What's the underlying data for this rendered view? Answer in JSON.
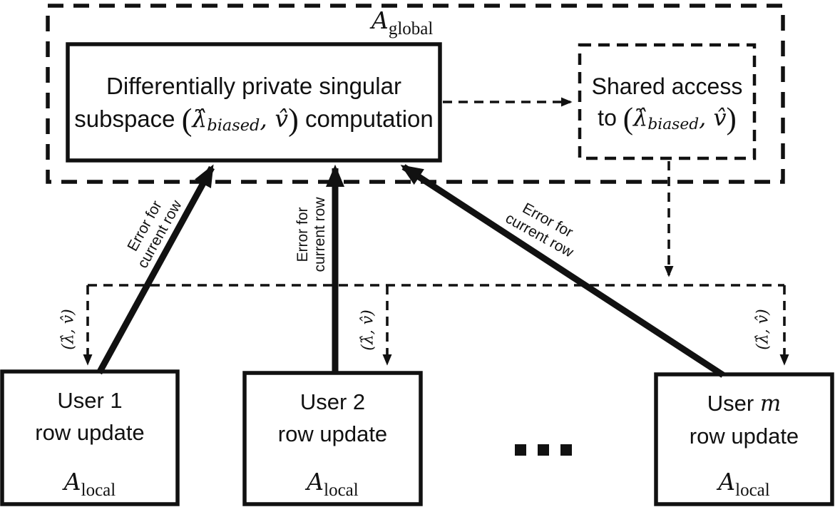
{
  "palette": {
    "ink": "#111111",
    "paper": "#ffffff"
  },
  "global_group": {
    "label_symbol": "A",
    "label_subscript": "global"
  },
  "computation_box": {
    "line1": "Differentially private singular",
    "line2_pre": "subspace ",
    "paren_open": "(",
    "lambda_hat": "λ̂",
    "lambda_subscript": "biased",
    "separator": ", ",
    "v_hat": "v̂",
    "paren_close": ")",
    "line2_post": " computation"
  },
  "shared_box": {
    "line1": "Shared access",
    "line2_pre": "to ",
    "paren_open": "(",
    "lambda_hat": "λ̂",
    "lambda_subscript": "biased",
    "separator": ", ",
    "v_hat": "v̂",
    "paren_close": ")"
  },
  "arrow_labels": {
    "error_line1": "Error for",
    "error_line2": "current row",
    "shared_params": "(λ̂, v̂)"
  },
  "users": [
    {
      "title_pre": "User ",
      "title_id": "1",
      "subtitle": "row update",
      "algo_symbol": "A",
      "algo_subscript": "local"
    },
    {
      "title_pre": "User ",
      "title_id": "2",
      "subtitle": "row update",
      "algo_symbol": "A",
      "algo_subscript": "local"
    },
    {
      "title_pre": "User ",
      "title_id": "m",
      "subtitle": "row update",
      "algo_symbol": "A",
      "algo_subscript": "local"
    }
  ],
  "ellipsis": {
    "count": 3
  }
}
